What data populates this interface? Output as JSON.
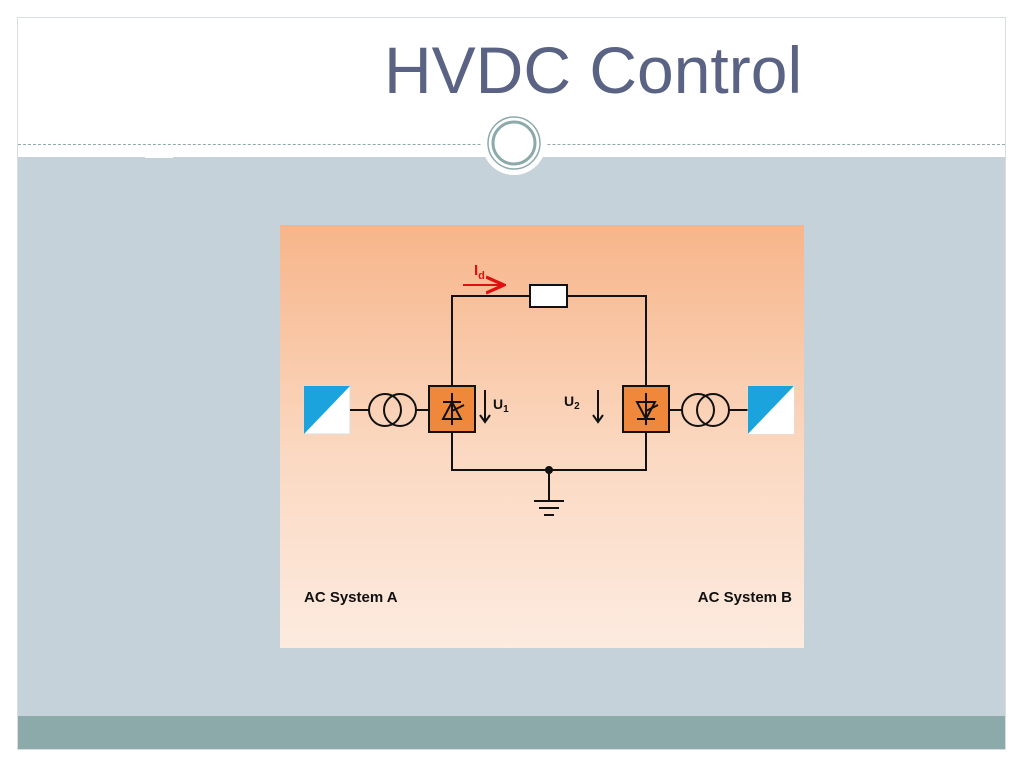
{
  "slide": {
    "title": "HVDC Control"
  },
  "diagram": {
    "current_label": "I",
    "current_sub": "d",
    "u1_label": "U",
    "u1_sub": "1",
    "u2_label": "U",
    "u2_sub": "2",
    "ac_system_a": "AC System A",
    "ac_system_b": "AC System B"
  },
  "colors": {
    "title": "#5a6383",
    "content_bg": "#c5d2d9",
    "footer": "#8daaab",
    "converter": "#f0883c",
    "current_arrow": "#e01010",
    "ac_source_blue": "#1aa3dc"
  },
  "icons": {
    "rectifier": "thyristor-icon",
    "inverter": "thyristor-icon",
    "transformer": "transformer-icon",
    "ground": "ground-icon",
    "resistor": "resistor-icon"
  }
}
